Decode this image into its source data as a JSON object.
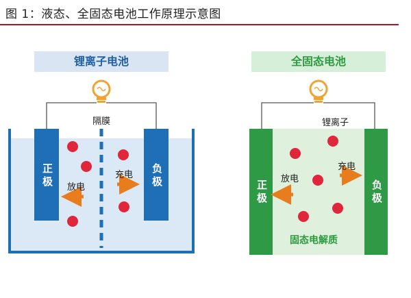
{
  "figure": {
    "title": "图 1：液态、全固态电池工作原理示意图"
  },
  "liion": {
    "header": "锂离子电池",
    "separator_label": "隔膜",
    "cathode_label": "正极",
    "anode_label": "负极",
    "discharge_label": "放电",
    "charge_label": "充电"
  },
  "solid": {
    "header": "全固态电池",
    "ion_label": "锂离子",
    "cathode_label": "正极",
    "anode_label": "负极",
    "discharge_label": "放电",
    "charge_label": "充电",
    "electrolyte_label": "固态电解质"
  },
  "colors": {
    "title_rule": "#b5121b",
    "liion_blue": "#1e6fb6",
    "liion_electrolyte": "#dbe9f6",
    "solid_green": "#2f9a45",
    "solid_electrolyte": "#dff0dc",
    "ion_red": "#e0263a",
    "arrow_orange": "#e87d1e",
    "bulb": "#f0a330"
  },
  "icons": {
    "bulb": "light-bulb-icon",
    "arrow": "arrow-icon"
  }
}
